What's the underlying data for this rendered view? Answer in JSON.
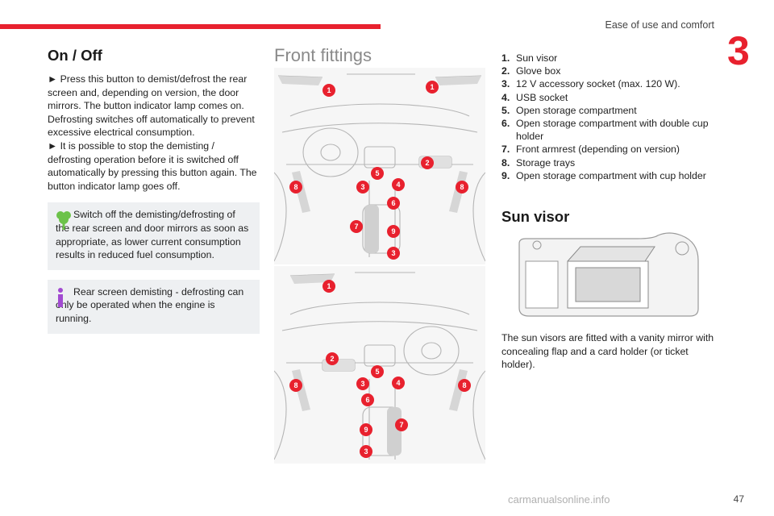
{
  "header": {
    "section_title": "Ease of use and comfort",
    "chapter_number": "3"
  },
  "on_off": {
    "title": "On / Off",
    "para1": "► Press this button to demist/defrost the rear screen and, depending on version, the door mirrors. The button indicator lamp comes on. Defrosting switches off automatically to prevent excessive electrical consumption.",
    "para2": "► It is possible to stop the demisting / defrosting operation before it is switched off automatically by pressing this button again. The button indicator lamp goes off.",
    "eco_note": "Switch off the demisting/defrosting of the rear screen and door mirrors as soon as appropriate, as lower current consumption results in reduced fuel consumption.",
    "info_note": "Rear screen demisting - defrosting can only be operated when the engine is running."
  },
  "front_fittings": {
    "title": "Front fittings",
    "items": [
      {
        "num": "1.",
        "text": "Sun visor"
      },
      {
        "num": "2.",
        "text": "Glove box"
      },
      {
        "num": "3.",
        "text": "12 V accessory socket (max. 120 W)."
      },
      {
        "num": "4.",
        "text": "USB socket"
      },
      {
        "num": "5.",
        "text": "Open storage compartment"
      },
      {
        "num": "6.",
        "text": "Open storage compartment with double cup holder"
      },
      {
        "num": "7.",
        "text": "Front armrest (depending on version)"
      },
      {
        "num": "8.",
        "text": "Storage trays"
      },
      {
        "num": "9.",
        "text": "Open storage compartment with cup holder"
      }
    ],
    "callouts_lhd": [
      "1",
      "1",
      "2",
      "3",
      "4",
      "5",
      "6",
      "7",
      "8",
      "8",
      "9",
      "3"
    ],
    "callouts_rhd": [
      "1",
      "2",
      "3",
      "4",
      "5",
      "6",
      "7",
      "8",
      "8",
      "9",
      "3"
    ]
  },
  "sun_visor": {
    "title": "Sun visor",
    "text": "The sun visors are fitted with a vanity mirror with concealing flap and a card holder (or ticket holder)."
  },
  "footer": {
    "page_number": "47",
    "watermark": "carmanualsonline.info"
  },
  "colors": {
    "accent": "#e8212e",
    "note_bg": "#eef0f2",
    "eco_icon": "#6cc24a",
    "info_icon": "#a24bd1"
  }
}
